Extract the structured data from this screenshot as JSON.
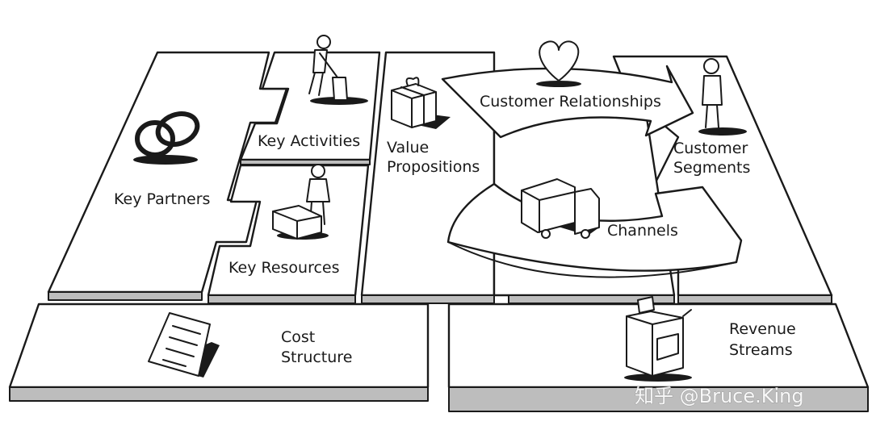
{
  "blocks": {
    "key_partners": "Key Partners",
    "key_activities": "Key Activities",
    "key_resources": "Key Resources",
    "value_propositions": [
      "Value",
      "Propositions"
    ],
    "customer_relationships": "Customer Relationships",
    "channels": "Channels",
    "customer_segments": [
      "Customer",
      "Segments"
    ],
    "cost_structure": [
      "Cost",
      "Structure"
    ],
    "revenue_streams": [
      "Revenue",
      "Streams"
    ]
  },
  "watermark": "知乎 @Bruce.King"
}
